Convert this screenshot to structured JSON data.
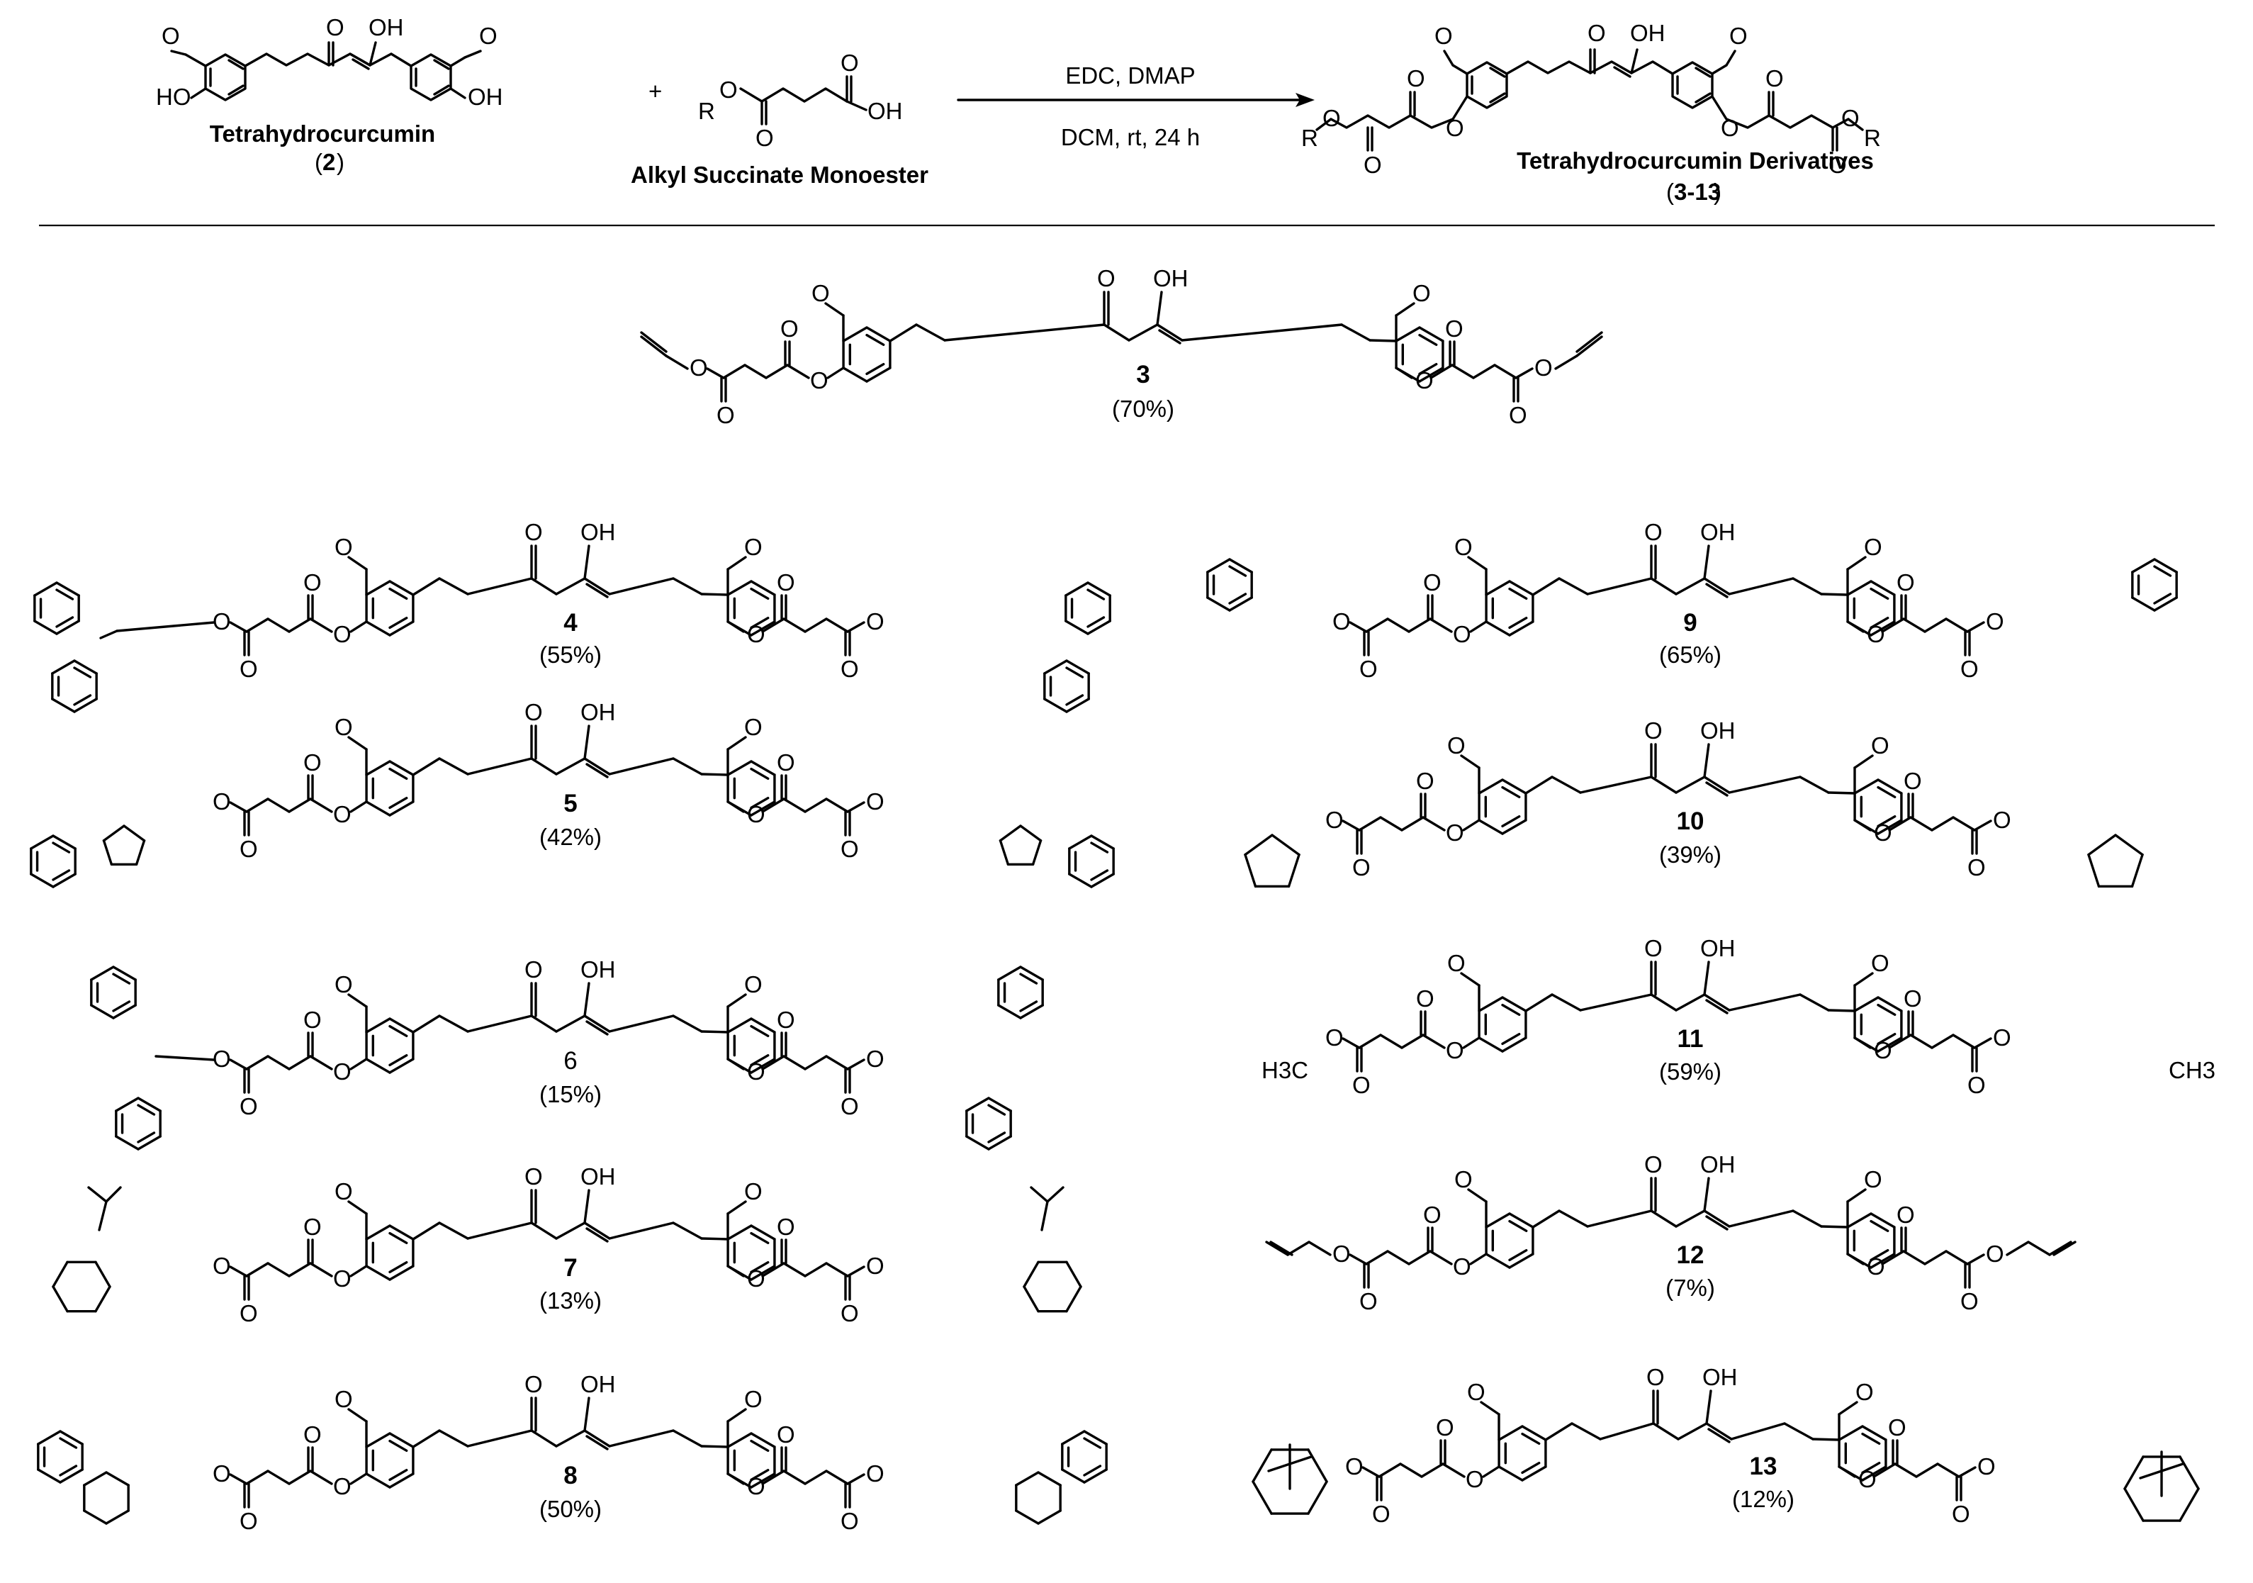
{
  "reaction": {
    "reactant1_name": "Tetrahydrocurcumin",
    "reactant1_id": "2",
    "plus": "+",
    "reactant2_name": "Alkyl Succinate Monoester",
    "reagents": "EDC, DMAP",
    "conditions": "DCM, rt, 24 h",
    "product_name": "Tetrahydrocurcumin Derivatives",
    "product_ids": "3-13",
    "r_group": "R"
  },
  "atoms": {
    "oxygen": "O",
    "hydroxyl": "OH",
    "hydroxyl_left": "HO",
    "methyl_left": "H3C",
    "methyl_right": "CH3"
  },
  "compounds": [
    {
      "id": "3",
      "yield": "(70%)",
      "r_group": "propargyl"
    },
    {
      "id": "4",
      "yield": "(55%)",
      "r_group": "9-fluorenyl"
    },
    {
      "id": "5",
      "yield": "(42%)",
      "r_group": "2-indanyl"
    },
    {
      "id": "6",
      "yield": "(15%)",
      "r_group": "benzhydryl"
    },
    {
      "id": "7",
      "yield": "(13%)",
      "r_group": "menthyl"
    },
    {
      "id": "8",
      "yield": "(50%)",
      "r_group": "1-tetralinyl"
    },
    {
      "id": "9",
      "yield": "(65%)",
      "r_group": "benzyl"
    },
    {
      "id": "10",
      "yield": "(39%)",
      "r_group": "cyclopentyl"
    },
    {
      "id": "11",
      "yield": "(59%)",
      "r_group": "methyl"
    },
    {
      "id": "12",
      "yield": "(7%)",
      "r_group": "allyl"
    },
    {
      "id": "13",
      "yield": "(12%)",
      "r_group": "2-adamantyl"
    }
  ]
}
